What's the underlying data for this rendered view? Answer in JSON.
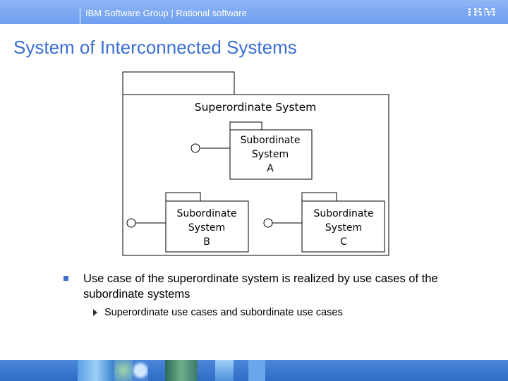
{
  "header": {
    "text": "IBM Software Group | Rational software",
    "logo": "IBM"
  },
  "title": "System of Interconnected Systems",
  "diagram": {
    "super_title": "Superordinate System",
    "subsystems": [
      {
        "line1": "Subordinate",
        "line2": "System",
        "line3": "A"
      },
      {
        "line1": "Subordinate",
        "line2": "System",
        "line3": "B"
      },
      {
        "line1": "Subordinate",
        "line2": "System",
        "line3": "C"
      }
    ]
  },
  "bullets": {
    "main": "Use case of the superordinate system is realized by use cases of the subordinate systems",
    "sub": "Superordinate use cases and subordinate use cases"
  },
  "colors": {
    "header_bar": "#6e9ff0",
    "title": "#3c6fd0",
    "footer": "#2e6cc6"
  }
}
